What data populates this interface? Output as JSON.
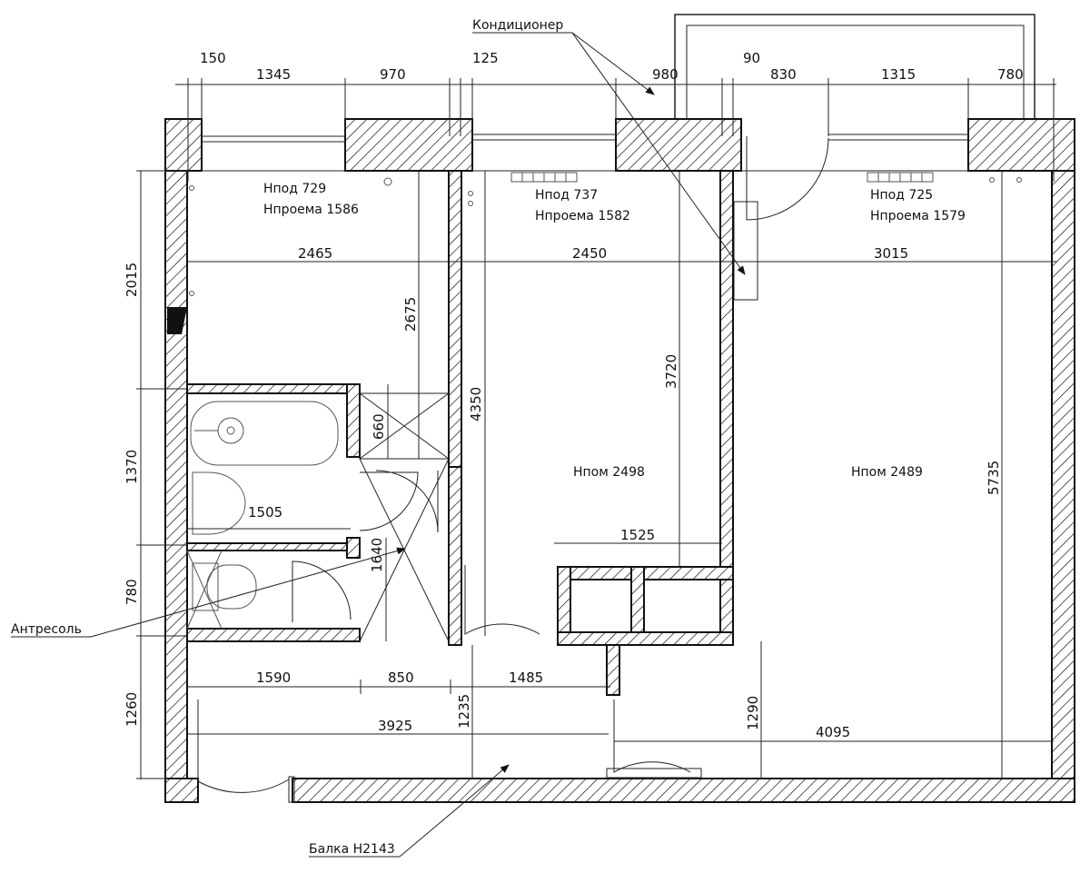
{
  "dimensions": {
    "top": [
      "150",
      "1345",
      "970",
      "125",
      "980",
      "90",
      "830",
      "1315",
      "780"
    ],
    "left": [
      "2015",
      "1370",
      "780",
      "1260"
    ],
    "inner": {
      "room1_width": "2465",
      "room2_width": "2450",
      "room3_width": "3015",
      "room1_height": "2675",
      "vestibule_height": "660",
      "room2_height_left": "4350",
      "room2_height_right": "3720",
      "room3_height": "5735",
      "bath_width": "1505",
      "corridor_height": "1640",
      "closet_width": "1525",
      "hall_1590": "1590",
      "hall_850": "850",
      "hall_1485": "1485",
      "hall_height_left": "1235",
      "hall_width": "3925",
      "hall_height_right": "1290",
      "hall_right_width": "4095"
    }
  },
  "rooms": {
    "room1": {
      "h_sill": "Нпод 729",
      "h_opening": "Нпроема 1586"
    },
    "room2": {
      "h_sill": "Нпод 737",
      "h_opening": "Нпроема 1582",
      "h_room": "Нпом 2498"
    },
    "room3": {
      "h_sill": "Нпод 725",
      "h_opening": "Нпроема 1579",
      "h_room": "Нпом 2489"
    }
  },
  "callouts": {
    "air_conditioner": "Кондиционер",
    "mezzanine": "Антресоль",
    "beam": "Балка Н2143"
  }
}
